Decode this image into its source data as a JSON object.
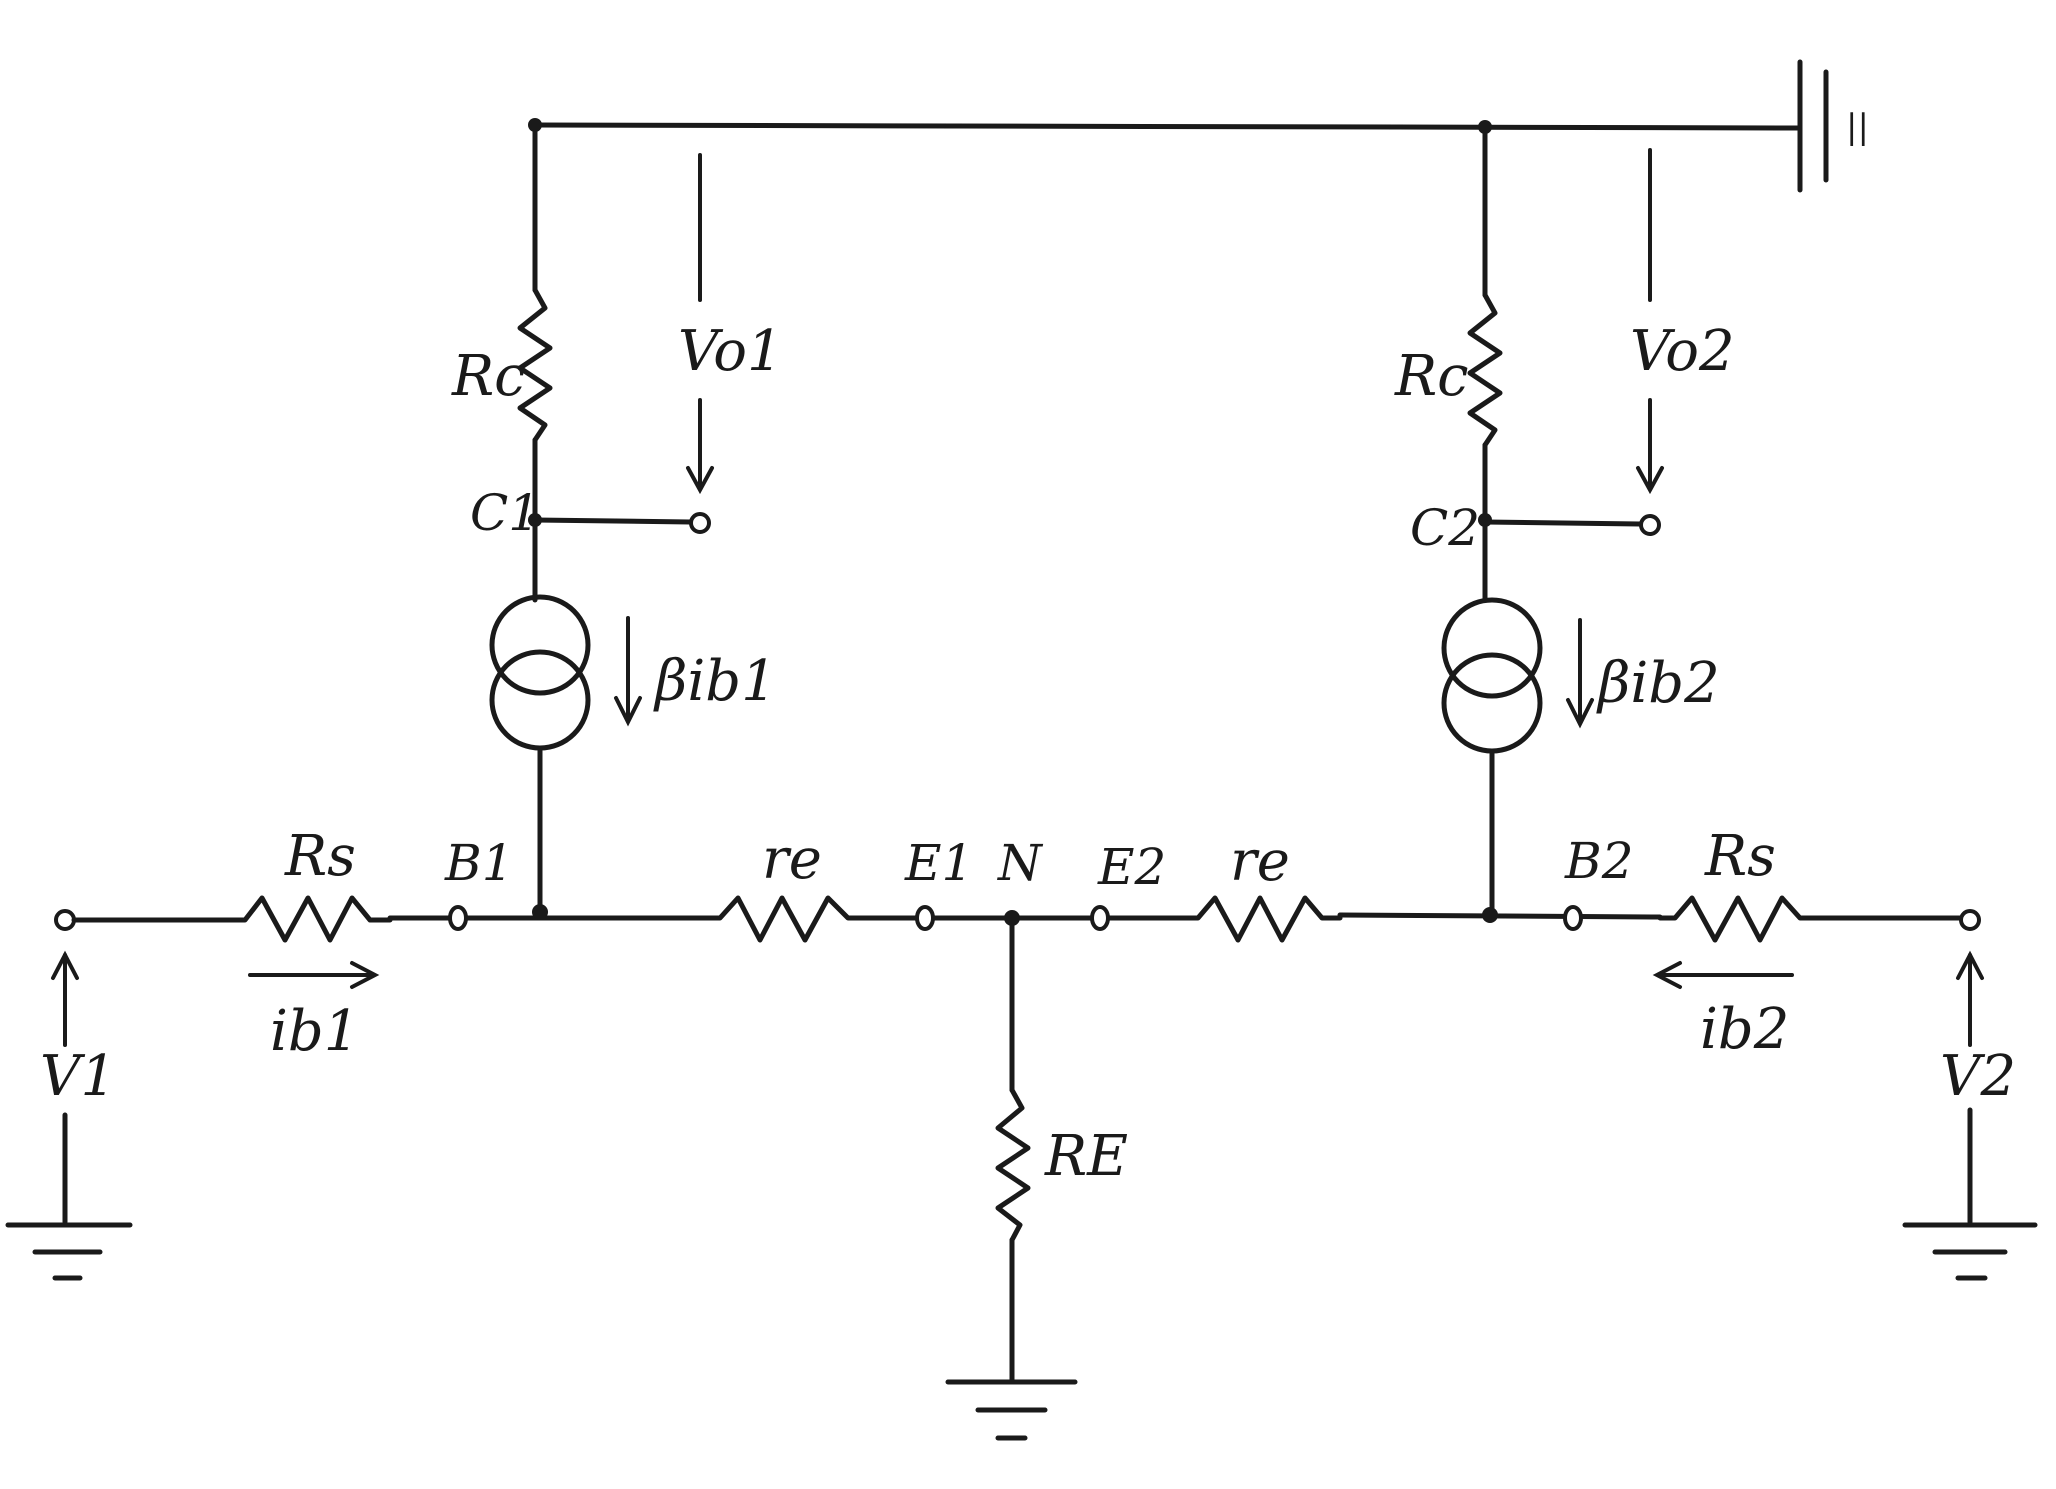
{
  "labels": {
    "rc_left": "Rc",
    "rc_right": "Rc",
    "vo1": "Vo1",
    "vo2": "Vo2",
    "c1": "C1",
    "c2": "C2",
    "beta_ib1": "βib1",
    "beta_ib2": "βib2",
    "rs_left": "Rs",
    "rs_right": "Rs",
    "b1": "B1",
    "b2": "B2",
    "re_left": "re",
    "re_right": "re",
    "e1": "E1",
    "e2": "E2",
    "n": "N",
    "re_big": "RE",
    "ib1": "ib1",
    "ib2": "ib2",
    "v1": "V1",
    "v2": "V2",
    "ac_short": "||"
  }
}
